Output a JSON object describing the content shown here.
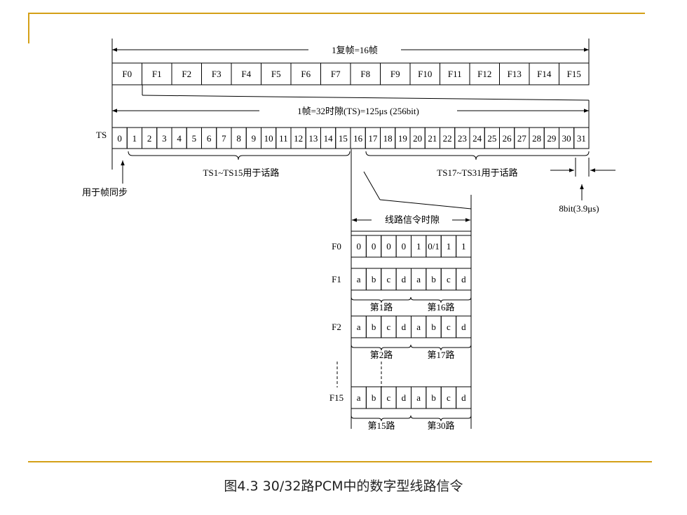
{
  "multiframe_label": "1复帧=16帧",
  "frames": [
    "F0",
    "F1",
    "F2",
    "F3",
    "F4",
    "F5",
    "F6",
    "F7",
    "F8",
    "F9",
    "F10",
    "F11",
    "F12",
    "F13",
    "F14",
    "F15"
  ],
  "frame_label": "1帧=32时隙(TS)=125μs (256bit)",
  "ts_label": "TS",
  "slots": [
    "0",
    "1",
    "2",
    "3",
    "4",
    "5",
    "6",
    "7",
    "8",
    "9",
    "10",
    "11",
    "12",
    "13",
    "14",
    "15",
    "16",
    "17",
    "18",
    "19",
    "20",
    "21",
    "22",
    "23",
    "24",
    "25",
    "26",
    "27",
    "28",
    "29",
    "30",
    "31"
  ],
  "sync_label": "用于帧同步",
  "voice_label_1": "TS1~TS15用于话路",
  "voice_label_2": "TS17~TS31用于话路",
  "bit_label": "8bit(3.9μs)",
  "signaling_title": "线路信令时隙",
  "sig_rows": [
    {
      "frame": "F0",
      "bits": [
        "0",
        "0",
        "0",
        "0",
        "1",
        "0/1",
        "1",
        "1"
      ]
    },
    {
      "frame": "F1",
      "bits": [
        "a",
        "b",
        "c",
        "d",
        "a",
        "b",
        "c",
        "d"
      ],
      "ch_left": "第1路",
      "ch_right": "第16路"
    },
    {
      "frame": "F2",
      "bits": [
        "a",
        "b",
        "c",
        "d",
        "a",
        "b",
        "c",
        "d"
      ],
      "ch_left": "第2路",
      "ch_right": "第17路"
    },
    {
      "frame": "F15",
      "bits": [
        "a",
        "b",
        "c",
        "d",
        "a",
        "b",
        "c",
        "d"
      ],
      "ch_left": "第15路",
      "ch_right": "第30路"
    }
  ],
  "caption": "图4.3  30/32路PCM中的数字型线路信令",
  "accent_color": "#d4a017"
}
